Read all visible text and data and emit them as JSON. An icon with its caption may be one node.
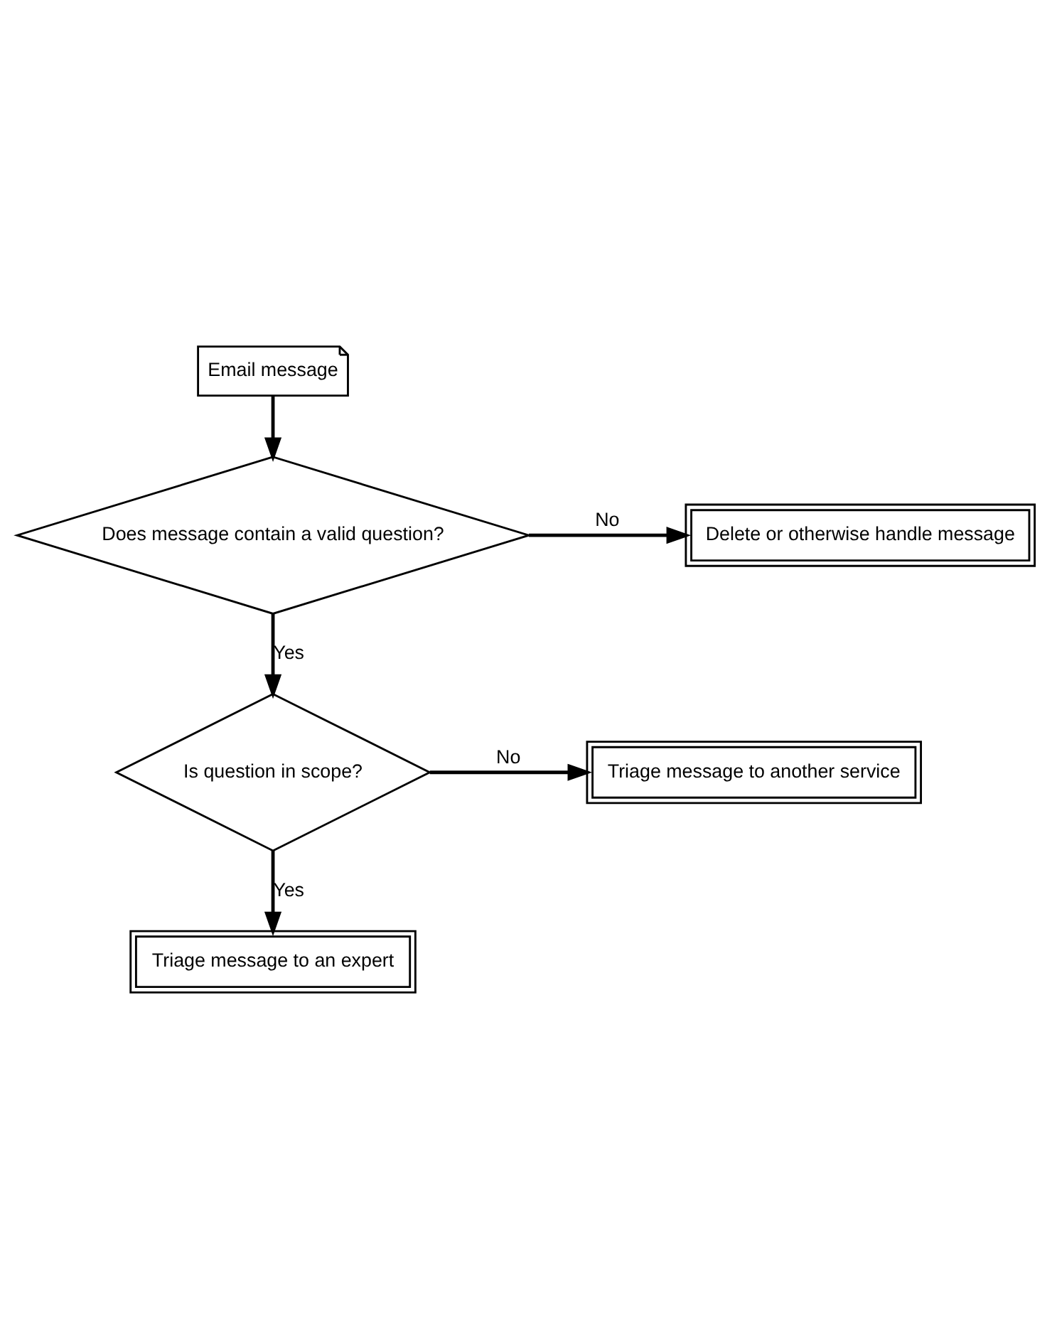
{
  "diagram": {
    "nodes": [
      {
        "text": [
          "Email message"
        ]
      },
      {
        "text": [
          "Does message contain a valid question?"
        ]
      },
      {
        "text": [
          "Delete or otherwise handle message"
        ]
      },
      {
        "text": [
          "Is question in scope?"
        ]
      },
      {
        "text": [
          "Triage message to another service"
        ]
      },
      {
        "text": [
          "Triage message to an expert"
        ]
      }
    ],
    "edges": [
      {
        "from": 0,
        "to": 1,
        "arrow": "to"
      },
      {
        "from": 1,
        "to": 2,
        "arrow": "to",
        "label": "No"
      },
      {
        "from": 1,
        "to": 3,
        "arrow": "to",
        "label": "Yes"
      },
      {
        "from": 3,
        "to": 4,
        "arrow": "to",
        "label": "No"
      },
      {
        "from": 3,
        "to": 5,
        "arrow": "to",
        "label": "Yes"
      }
    ]
  }
}
